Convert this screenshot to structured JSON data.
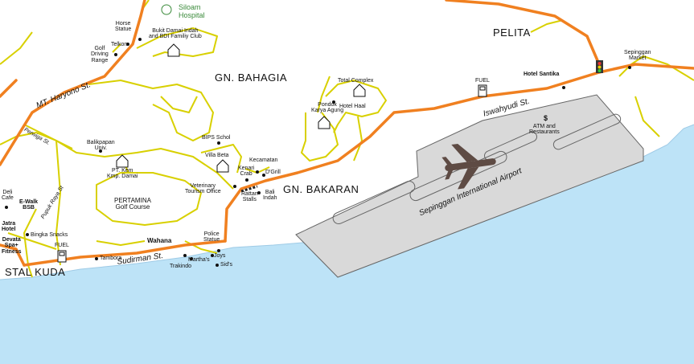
{
  "areas": {
    "gn_bahagia": "GN. BAHAGIA",
    "gn_bakaran": "GN. BAKARAN",
    "pelita": "PELITA",
    "stal_kuda": "STAL KUDA"
  },
  "streets": {
    "mt_haryono": "MT. Haryono St.",
    "sudirman": "Sudirman St.",
    "iswahyudi": "Iswahyudi St.",
    "pupuk_raya": "Pupuk Raya St",
    "perwira": "Perwiga St."
  },
  "airport": {
    "name": "Sepinggan International Airport",
    "atm_symbol": "$",
    "atm_label_1": "ATM and",
    "atm_label_2": "Restaurants"
  },
  "places": {
    "siloam_1": "Siloam",
    "siloam_2": "Hospital",
    "horse_1": "Horse",
    "horse_2": "Statue",
    "bukit_1": "Bukit Damai Indah",
    "bukit_2": "and BDI Familiy Club",
    "telkom": "Telkom",
    "golf_1": "Golf",
    "golf_2": "Driving",
    "golf_3": "Range",
    "total_complex": "Total Complex",
    "pondok_1": "Pondok",
    "pondok_2": "Karya Agung",
    "hotel_haal": "Hotel Haal",
    "hotel_santika": "Hotel Santika",
    "sepinggan_market_1": "Sepinggan",
    "sepinggan_market_2": "Market",
    "balikpapan_1": "Balikpapan",
    "balikpapan_2": "Univ.",
    "ptkem_1": "PT. Kem",
    "ptkem_2": "Kmp. Damai",
    "pertamina_1": "PERTAMINA",
    "pertamina_2": "Golf Course",
    "bips": "BIPS Schol",
    "villa_beta": "Villa Beta",
    "kecamatan": "Kecamatan",
    "kenari_1": "Kenari",
    "kenari_2": "Crab",
    "dgrill": "D'Grill",
    "veterinary_1": "Veterinary",
    "veterinary_2": "Tourism Office",
    "rattan_1": "Rattan",
    "rattan_2": "Stalls",
    "bali_1": "Bali",
    "bali_2": "Indah",
    "deli_1": "Deli",
    "deli_2": "Cafe",
    "ewalk_1": "E-Walk",
    "ewalk_2": "BSB",
    "jatra_1": "Jatra",
    "jatra_2": "Hotel",
    "devata_1": "Devata",
    "devata_2": "Spa+",
    "devata_3": "Fitness",
    "bingka": "Bingka Snacks",
    "tambora": "Tambora",
    "wahana": "Wahana",
    "police_1": "Police",
    "police_2": "Statue",
    "joys": "Joys",
    "marthas": "Martha's",
    "trakindo": "Trakindo",
    "sids": "Sid's",
    "fuel": "FUEL"
  }
}
